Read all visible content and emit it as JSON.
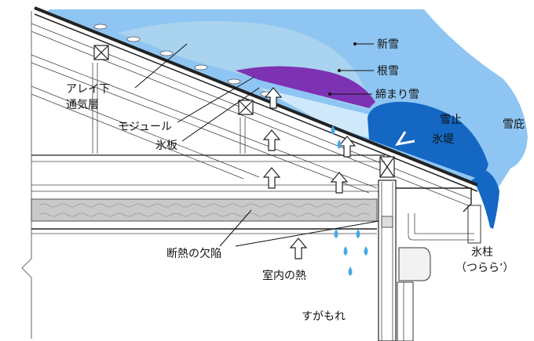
{
  "labels": {
    "shinsetsu": "新雪",
    "nesetsu": "根雪",
    "shimarisetsu": "締まり雪",
    "yukidome": "雪止",
    "seppi": "雪庇",
    "hyotei": "氷堤",
    "hyochu": "氷柱",
    "tsurara": "（つららʼ）",
    "arei_line1": "アレイ下",
    "arei_line2": "通気層",
    "module": "モジュール",
    "hyoban": "氷板",
    "dannetsu": "断熱の欠陥",
    "shitsunai": "室内の熱",
    "sugamore": "すがもれ"
  },
  "colors": {
    "snow_new": "#8ec5f2",
    "snow_old": "#a9d3ee",
    "compact_snow": "#7d32b3",
    "ice_dam": "#1468c4",
    "ice_sheet": "#cfe9fb",
    "water_drop": "#48a9e6",
    "insulation": "#c9c9c9"
  }
}
